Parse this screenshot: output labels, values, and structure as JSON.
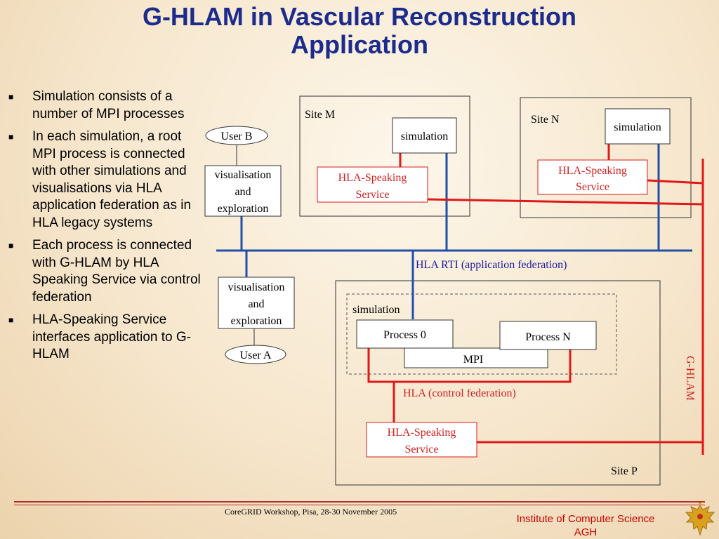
{
  "title_line1": "G-HLAM in Vascular Reconstruction",
  "title_line2": "Application",
  "bullets": [
    "Simulation  consists of a number of MPI processes",
    "In each simulation, a root MPI process is connected with other simulations and visualisations via HLA application federation as in HLA legacy systems",
    "Each process is connected with G-HLAM by HLA Speaking Service via control federation",
    "HLA-Speaking Service interfaces application to G-HLAM"
  ],
  "diagram": {
    "site_m": "Site M",
    "site_n": "Site N",
    "site_p": "Site P",
    "simulation": "simulation",
    "hla_line1": "HLA-Speaking",
    "hla_line2": "Service",
    "user_b": "User B",
    "user_a": "User A",
    "vis_line1": "visualisation",
    "vis_line2": "and",
    "vis_line3": "exploration",
    "hla_rti_label": "HLA RTI (application federation)",
    "process0": "Process 0",
    "processN": "Process N",
    "mpi": "MPI",
    "hla_control_label": "HLA (control federation)",
    "ghlam_label": "G-HLAM"
  },
  "colors": {
    "title": "#1c2c8c",
    "blue_bus": "#1f4fa8",
    "red_bus": "#e01818",
    "red_text": "#d42020",
    "blue_text": "#1a1aa0"
  },
  "footer": {
    "workshop": "CoreGRID Workshop, Pisa, 28-30 November 2005",
    "institute_line1": "Institute of Computer Science",
    "institute_line2": "AGH"
  }
}
